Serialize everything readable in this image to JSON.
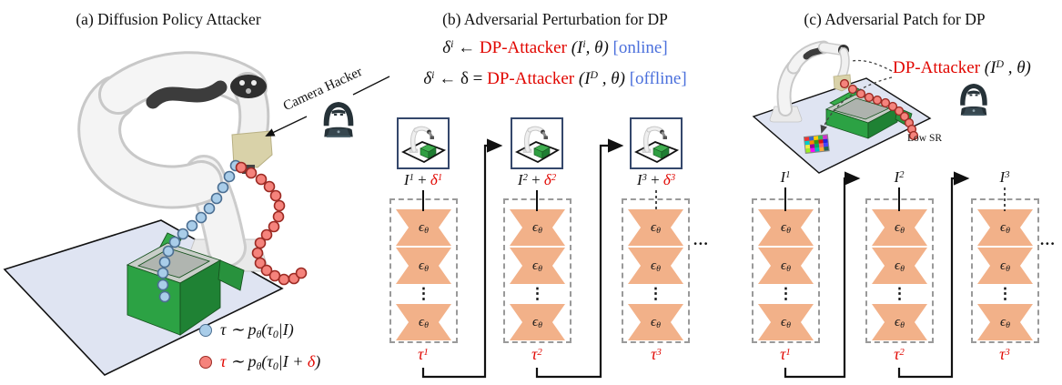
{
  "colors": {
    "accent_red": "#e10600",
    "accent_blue": "#4a6fdc",
    "salmon": "#f2b189",
    "table_blue": "#dfe4f2",
    "box_green": "#2ca244",
    "dot_blue_fill": "#a9cde9",
    "dot_red_fill": "#f5837c",
    "imgbox_border": "#34476b",
    "dashed_gray": "#9a9a9a"
  },
  "sym": {
    "eps": "ϵ",
    "theta": "θ",
    "vdots": "⋮"
  },
  "panel_a": {
    "title": "(a) Diffusion Policy Attacker",
    "camera_hacker_label": "Camera Hacker",
    "legend_clean": {
      "tau": "τ",
      "p1": " ∼ p",
      "sub1": "θ",
      "p2": "(τ",
      "sub2": "0",
      "p3": "|I)"
    },
    "legend_adv": {
      "tau": "τ",
      "p1": " ∼ p",
      "sub1": "θ",
      "p2": "(τ",
      "sub2": "0",
      "p3": "|I + ",
      "delta": "δ",
      "p4": ")"
    }
  },
  "panel_b": {
    "title": "(b) Adversarial Perturbation for DP",
    "eq_online": {
      "lhs": "δ",
      "lhs_sup": "i",
      "rel": " ← ",
      "attacker": "DP-Attacker",
      "arg1": " (I",
      "arg_sup": "i",
      "arg2": ", θ)  ",
      "tag": "[online]"
    },
    "eq_offline": {
      "lhs": "δ",
      "lhs_sup": "i",
      "rel": " ← δ = ",
      "attacker": "DP-Attacker",
      "arg1": " (I",
      "arg_sup": "D",
      "arg2": " , θ) ",
      "tag": "[offline]"
    },
    "columns": [
      {
        "obs": "I",
        "obs_sup": "1",
        "plus": " + ",
        "delta": "δ",
        "delta_sup": "1",
        "tau": "τ",
        "tau_sup": "1"
      },
      {
        "obs": "I",
        "obs_sup": "2",
        "plus": " + ",
        "delta": "δ",
        "delta_sup": "2",
        "tau": "τ",
        "tau_sup": "2"
      },
      {
        "obs": "I",
        "obs_sup": "3",
        "plus": " + ",
        "delta": "δ",
        "delta_sup": "3",
        "tau": "τ",
        "tau_sup": "3"
      }
    ],
    "ellipsis": "..."
  },
  "panel_c": {
    "title": "(c) Adversarial Patch for DP",
    "attacker_label": {
      "attacker": "DP-Attacker",
      "arg1": " (I",
      "arg_sup": "D",
      "arg2": " , θ)"
    },
    "low_sr": "Low SR",
    "columns": [
      {
        "obs": "I",
        "obs_sup": "1",
        "tau": "τ",
        "tau_sup": "1"
      },
      {
        "obs": "I",
        "obs_sup": "2",
        "tau": "τ",
        "tau_sup": "2"
      },
      {
        "obs": "I",
        "obs_sup": "3",
        "tau": "τ",
        "tau_sup": "3"
      }
    ],
    "ellipsis": "..."
  }
}
